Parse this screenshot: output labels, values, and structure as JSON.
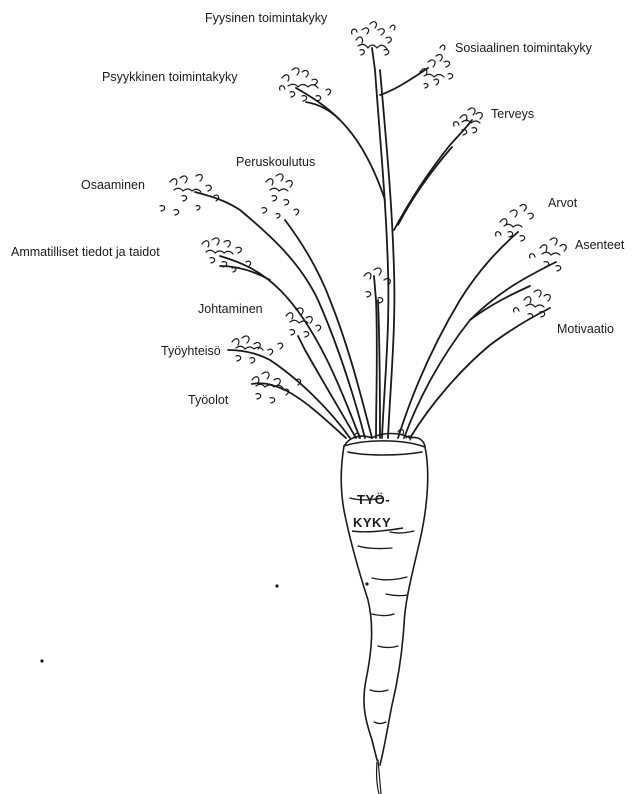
{
  "diagram": {
    "root": {
      "line1": "TYÖ-",
      "line2": "KYKY"
    },
    "branches": {
      "fyysinen": "Fyysinen toimintakyky",
      "sosiaalinen": "Sosiaalinen toimintakyky",
      "psyykkinen": "Psyykkinen toimintakyky",
      "terveys": "Terveys",
      "peruskoulutus": "Peruskoulutus",
      "osaaminen": "Osaaminen",
      "arvot": "Arvot",
      "asenteet": "Asenteet",
      "ammatilliset": "Ammatilliset tiedot ja taidot",
      "johtaminen": "Johtaminen",
      "motivaatio": "Motivaatio",
      "tyoyhteiso": "Työyhteisö",
      "tyoolot": "Työolot"
    }
  }
}
